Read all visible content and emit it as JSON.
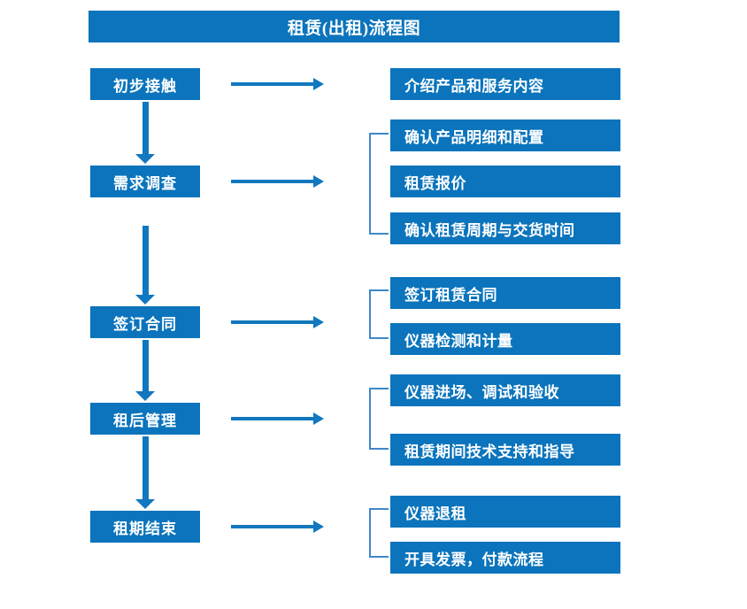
{
  "diagram": {
    "title": "租赁(出租)流程图",
    "accent_color": "#0b74bc",
    "arrow_color": "#1177be",
    "bracket_color": "#3f87c9",
    "stages": [
      {
        "label": "初步接触"
      },
      {
        "label": "需求调查"
      },
      {
        "label": "签订合同"
      },
      {
        "label": "租后管理"
      },
      {
        "label": "租期结束"
      }
    ],
    "details": [
      {
        "label": "介绍产品和服务内容"
      },
      {
        "label": "确认产品明细和配置"
      },
      {
        "label": "租赁报价"
      },
      {
        "label": "确认租赁周期与交货时间"
      },
      {
        "label": "签订租赁合同"
      },
      {
        "label": "仪器检测和计量"
      },
      {
        "label": "仪器进场、调试和验收"
      },
      {
        "label": "租赁期间技术支持和指导"
      },
      {
        "label": "仪器退租"
      },
      {
        "label": "开具发票，付款流程"
      }
    ]
  }
}
